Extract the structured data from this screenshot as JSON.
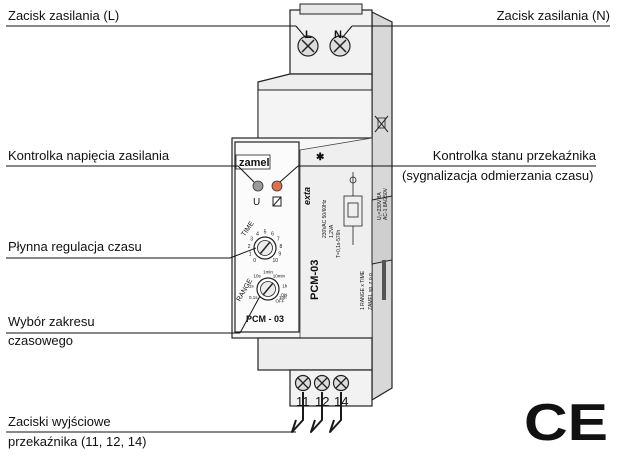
{
  "labels": {
    "supply_l": "Zacisk zasilania (L)",
    "supply_n": "Zacisk zasilania (N)",
    "power_led": "Kontrolka napięcia zasilania",
    "relay_led_1": "Kontrolka stanu przekaźnika",
    "relay_led_2": "(sygnalizacja odmierzania czasu)",
    "time_adj": "Płynna regulacja czasu",
    "range_1": "Wybór  zakresu",
    "range_2": "czasowego",
    "outputs_1": "Zaciski wyjściowe",
    "outputs_2": "przekaźnika (11, 12, 14)"
  },
  "device": {
    "brand": "zamel",
    "model": "PCM - 03",
    "side_model": "PCM-03",
    "terminal_l": "L",
    "terminal_n": "N",
    "led_u": "U",
    "time_label": "TIME",
    "range_label": "RANGE",
    "time_scale": [
      "0",
      "1",
      "2",
      "3",
      "4",
      "5",
      "6",
      "7",
      "8",
      "9",
      "10"
    ],
    "range_scale": [
      "0,1s",
      "1s",
      "10s",
      "1min",
      "10min",
      "1h",
      "10h",
      "ON",
      "OFF"
    ],
    "out_11": "11",
    "out_12": "12",
    "out_14": "14",
    "exta": "exta",
    "side_text_1": "230VAC 50/60Hz",
    "side_text_2": "1,2VA",
    "side_text_3": "T=0,1s-576h",
    "side_text_4": "U₂=230V 8A",
    "side_text_5": "AC-1 8A/250V",
    "side_text_6": "1 RANGE x TIME",
    "side_text_7": "ZAMEL sp. z o.o.",
    "ce_mark": "CE"
  },
  "colors": {
    "power_led": "#9a9a9a",
    "relay_led": "#e0704a",
    "line": "#111111"
  }
}
